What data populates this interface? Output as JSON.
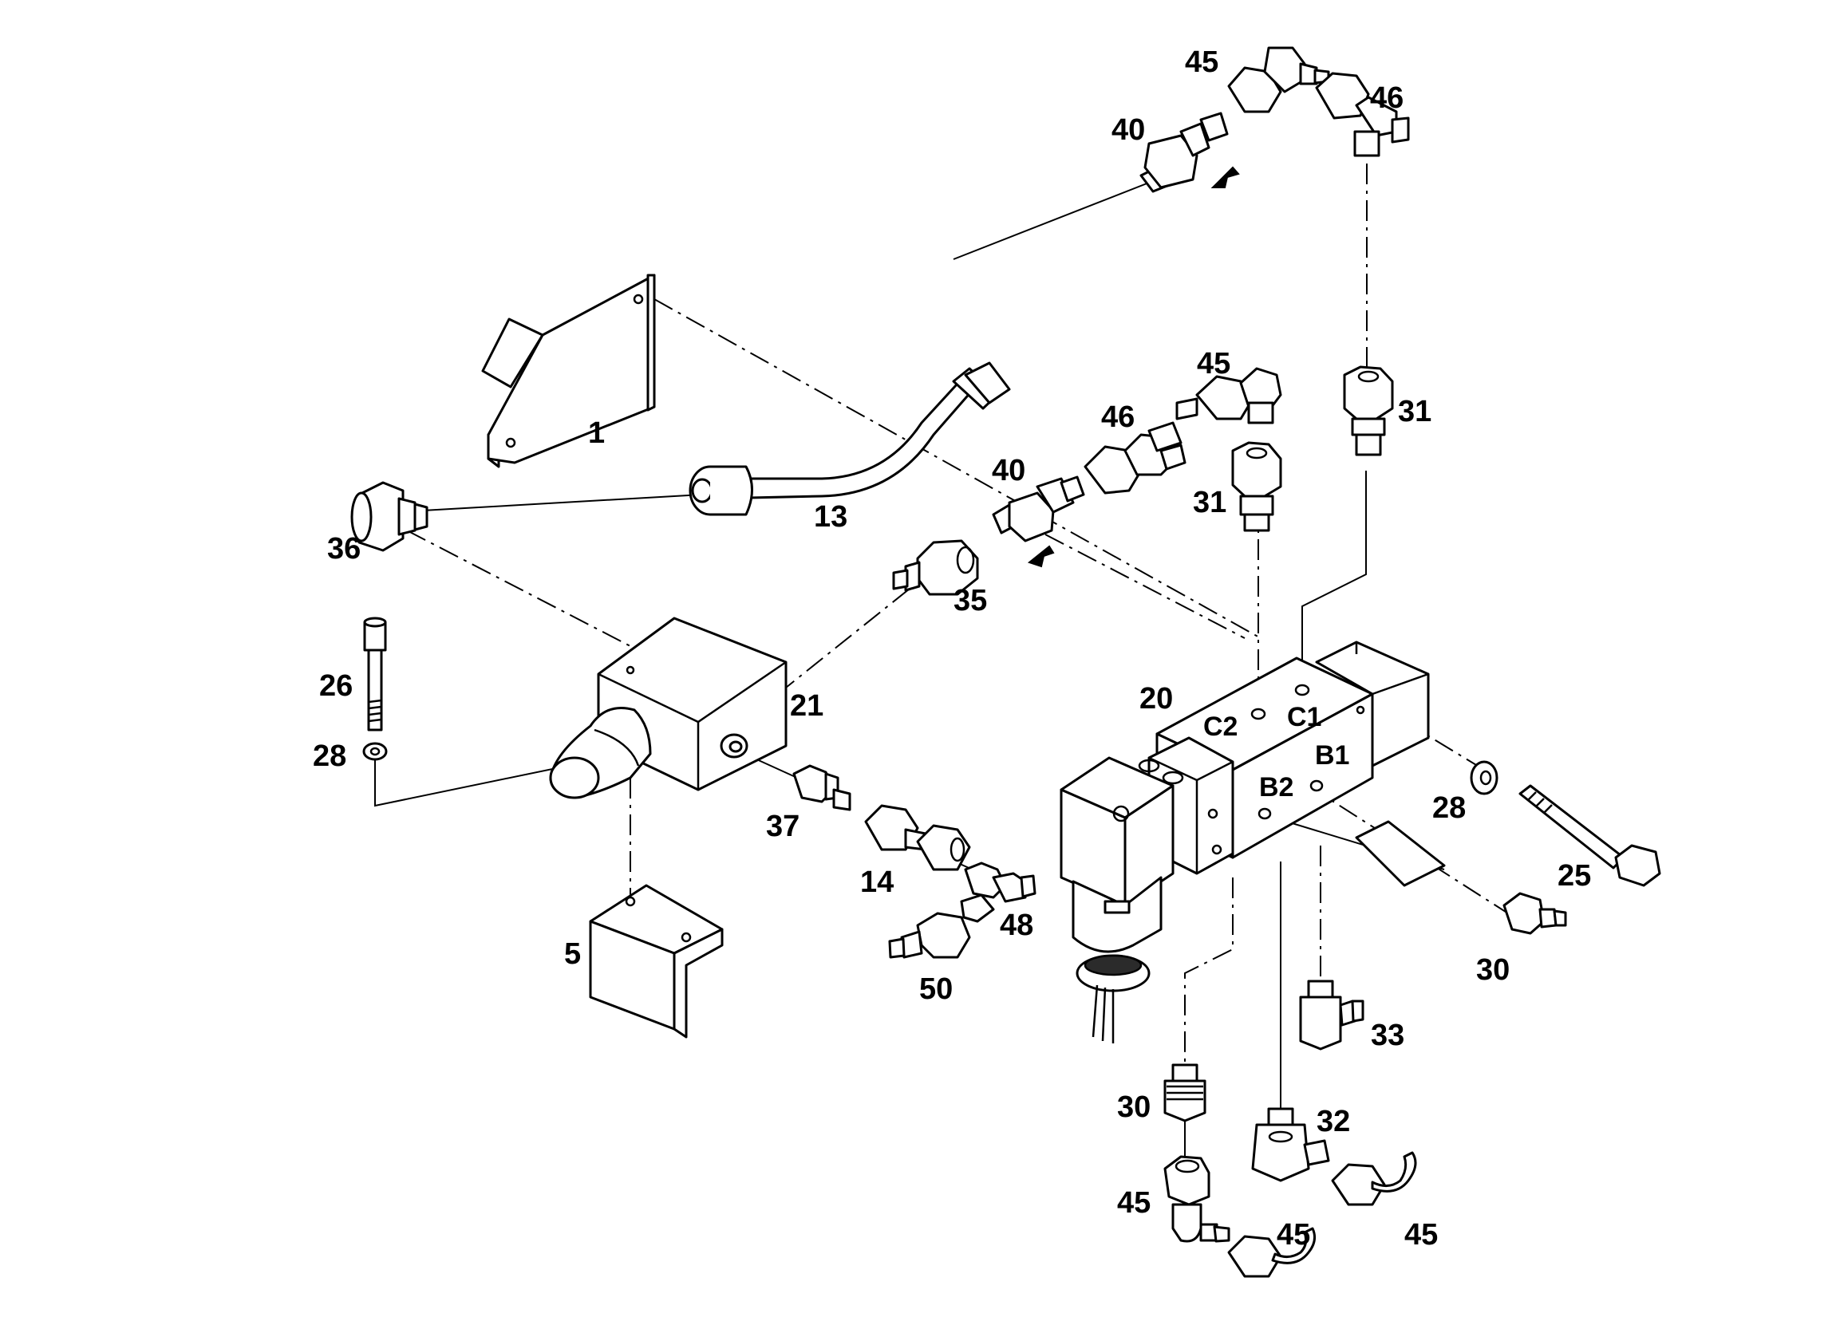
{
  "diagram": {
    "kind": "exploded parts drawing",
    "callouts": [
      {
        "id": "c1",
        "text": "1"
      },
      {
        "id": "c5",
        "text": "5"
      },
      {
        "id": "c13",
        "text": "13"
      },
      {
        "id": "c14",
        "text": "14"
      },
      {
        "id": "c20",
        "text": "20"
      },
      {
        "id": "c21",
        "text": "21"
      },
      {
        "id": "c25",
        "text": "25"
      },
      {
        "id": "c26",
        "text": "26"
      },
      {
        "id": "c28a",
        "text": "28"
      },
      {
        "id": "c28b",
        "text": "28"
      },
      {
        "id": "c30a",
        "text": "30"
      },
      {
        "id": "c30b",
        "text": "30"
      },
      {
        "id": "c31a",
        "text": "31"
      },
      {
        "id": "c31b",
        "text": "31"
      },
      {
        "id": "c32",
        "text": "32"
      },
      {
        "id": "c33",
        "text": "33"
      },
      {
        "id": "c35",
        "text": "35"
      },
      {
        "id": "c36",
        "text": "36"
      },
      {
        "id": "c37",
        "text": "37"
      },
      {
        "id": "c40a",
        "text": "40"
      },
      {
        "id": "c40b",
        "text": "40"
      },
      {
        "id": "c45a",
        "text": "45"
      },
      {
        "id": "c45b",
        "text": "45"
      },
      {
        "id": "c45c",
        "text": "45"
      },
      {
        "id": "c45d",
        "text": "45"
      },
      {
        "id": "c45e",
        "text": "45"
      },
      {
        "id": "c46a",
        "text": "46"
      },
      {
        "id": "c46b",
        "text": "46"
      },
      {
        "id": "c48",
        "text": "48"
      },
      {
        "id": "c50",
        "text": "50"
      }
    ],
    "ports": [
      {
        "id": "p_c1",
        "text": "C1"
      },
      {
        "id": "p_c2",
        "text": "C2"
      },
      {
        "id": "p_b1",
        "text": "B1"
      },
      {
        "id": "p_b2",
        "text": "B2"
      }
    ]
  }
}
